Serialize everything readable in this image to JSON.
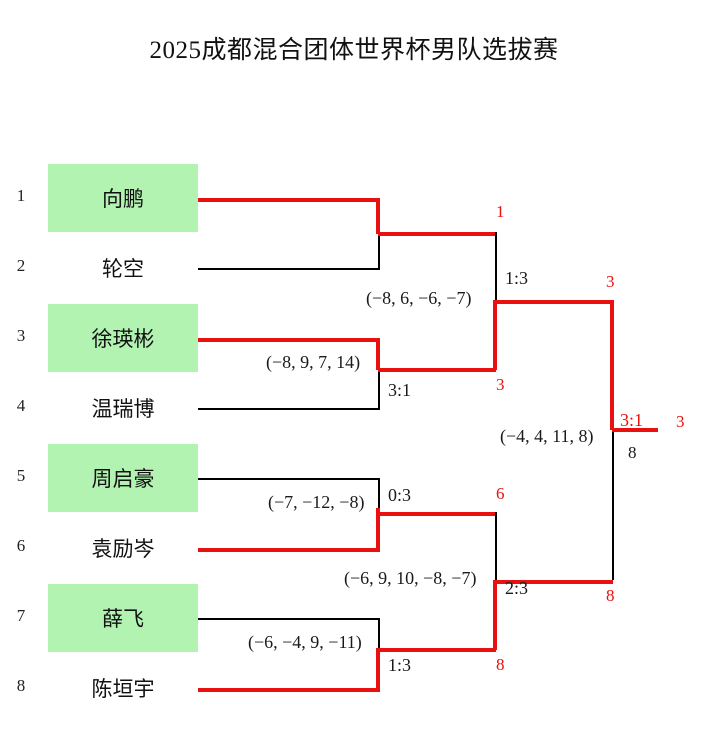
{
  "title": "2025成都混合团体世界杯男队选拔赛",
  "bracket": {
    "round1": {
      "players": [
        {
          "seed": "1",
          "name": "向鹏",
          "highlight": true,
          "winner": true
        },
        {
          "seed": "2",
          "name": "轮空",
          "highlight": false,
          "winner": false
        },
        {
          "seed": "3",
          "name": "徐瑛彬",
          "highlight": true,
          "winner": true
        },
        {
          "seed": "4",
          "name": "温瑞博",
          "highlight": false,
          "winner": false
        },
        {
          "seed": "5",
          "name": "周启豪",
          "highlight": true,
          "winner": false
        },
        {
          "seed": "6",
          "name": "袁励岑",
          "highlight": false,
          "winner": true
        },
        {
          "seed": "7",
          "name": "薛飞",
          "highlight": true,
          "winner": false
        },
        {
          "seed": "8",
          "name": "陈垣宇",
          "highlight": false,
          "winner": true
        }
      ],
      "matches": [
        {
          "sets": "",
          "score": "",
          "winner_tag": ""
        },
        {
          "sets": "(−8, 9, 7, 14)",
          "score": "3:1",
          "winner_tag": ""
        },
        {
          "sets": "(−7, −12, −8)",
          "score": "0:3",
          "winner_tag": ""
        },
        {
          "sets": "(−6, −4, 9, −11)",
          "score": "1:3",
          "winner_tag": ""
        }
      ]
    },
    "round2": {
      "matches": [
        {
          "sets": "(−8, 6, −6, −7)",
          "score": "1:3",
          "top_tag": "1",
          "bottom_tag": "3",
          "winner_tag": "3"
        },
        {
          "sets": "(−6, 9, 10, −8, −7)",
          "score": "2:3",
          "top_tag": "6",
          "bottom_tag": "8",
          "winner_tag": "8"
        }
      ]
    },
    "final": {
      "sets": "(−4, 4, 11, 8)",
      "score": "3:1",
      "top_tag": "3",
      "bottom_tag": "8",
      "champion_tag": "3",
      "runnerup_tag": "8"
    }
  },
  "colors": {
    "winner_line": "#e8110f",
    "loser_line": "#000000",
    "highlight_bg": "#b2f3b2"
  }
}
